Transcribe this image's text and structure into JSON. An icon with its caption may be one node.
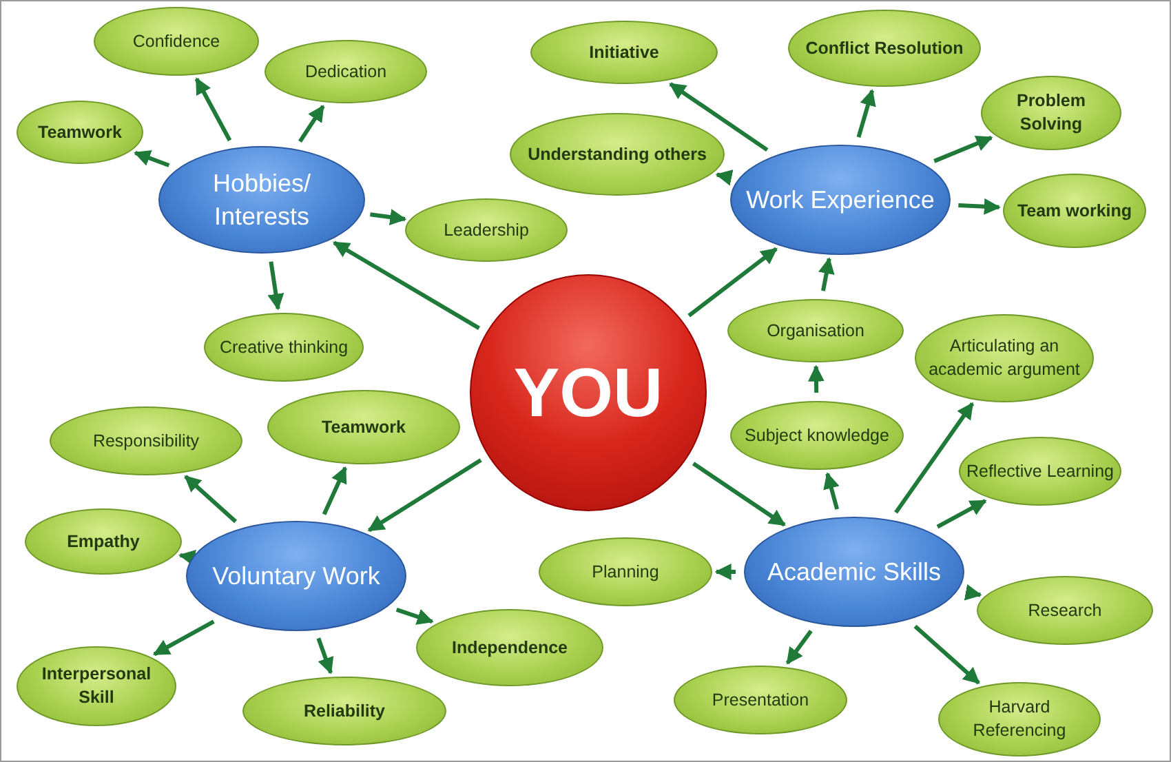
{
  "diagram": {
    "nodes": [
      {
        "text": [
          "YOU"
        ]
      },
      {
        "text": [
          "Hobbies/ Interests"
        ]
      },
      {
        "text": [
          "Work Experience"
        ]
      },
      {
        "text": [
          "Voluntary Work"
        ]
      },
      {
        "text": [
          "Academic Skills"
        ]
      },
      {
        "text": [
          "Confidence"
        ]
      },
      {
        "text": [
          "Dedication"
        ]
      },
      {
        "text": [
          "Teamwork"
        ]
      },
      {
        "text": [
          "Leadership"
        ]
      },
      {
        "text": [
          "Creative thinking"
        ]
      },
      {
        "text": [
          "Initiative"
        ]
      },
      {
        "text": [
          "Conflict Resolution"
        ]
      },
      {
        "text": [
          "Understanding others"
        ]
      },
      {
        "text": [
          "Problem Solving"
        ]
      },
      {
        "text": [
          "Team working"
        ]
      },
      {
        "text": [
          "Organisation"
        ]
      },
      {
        "text": [
          "Articulating an academic argument"
        ]
      },
      {
        "text": [
          "Subject knowledge"
        ]
      },
      {
        "text": [
          "Reflective Learning"
        ]
      },
      {
        "text": [
          "Responsibility"
        ]
      },
      {
        "text": [
          "Teamwork"
        ]
      },
      {
        "text": [
          "Empathy"
        ]
      },
      {
        "text": [
          "Planning"
        ]
      },
      {
        "text": [
          "Research"
        ]
      },
      {
        "text": [
          "Interpersonal Skill"
        ]
      },
      {
        "text": [
          "Reliability"
        ]
      },
      {
        "text": [
          "Independence"
        ]
      },
      {
        "text": [
          "Presentation"
        ]
      },
      {
        "text": [
          "Harvard Referencing"
        ]
      }
    ],
    "edges": [
      {
        "from": 0,
        "to": 1,
        "arrow": "to"
      },
      {
        "from": 0,
        "to": 2,
        "arrow": "to"
      },
      {
        "from": 0,
        "to": 3,
        "arrow": "to"
      },
      {
        "from": 0,
        "to": 4,
        "arrow": "to"
      },
      {
        "from": 1,
        "to": 5,
        "arrow": "to"
      },
      {
        "from": 1,
        "to": 6,
        "arrow": "to"
      },
      {
        "from": 1,
        "to": 7,
        "arrow": "to"
      },
      {
        "from": 1,
        "to": 8,
        "arrow": "to"
      },
      {
        "from": 1,
        "to": 9,
        "arrow": "to"
      },
      {
        "from": 2,
        "to": 10,
        "arrow": "to"
      },
      {
        "from": 2,
        "to": 11,
        "arrow": "to"
      },
      {
        "from": 2,
        "to": 12,
        "arrow": "to"
      },
      {
        "from": 2,
        "to": 13,
        "arrow": "to"
      },
      {
        "from": 2,
        "to": 14,
        "arrow": "to"
      },
      {
        "from": 15,
        "to": 2,
        "arrow": "to"
      },
      {
        "from": 17,
        "to": 15,
        "arrow": "to"
      },
      {
        "from": 4,
        "to": 17,
        "arrow": "to"
      },
      {
        "from": 4,
        "to": 16,
        "arrow": "to"
      },
      {
        "from": 4,
        "to": 18,
        "arrow": "to"
      },
      {
        "from": 4,
        "to": 23,
        "arrow": "to"
      },
      {
        "from": 4,
        "to": 28,
        "arrow": "to"
      },
      {
        "from": 4,
        "to": 27,
        "arrow": "to"
      },
      {
        "from": 4,
        "to": 22,
        "arrow": "to"
      },
      {
        "from": 3,
        "to": 19,
        "arrow": "to"
      },
      {
        "from": 3,
        "to": 20,
        "arrow": "to"
      },
      {
        "from": 3,
        "to": 21,
        "arrow": "to"
      },
      {
        "from": 3,
        "to": 24,
        "arrow": "to"
      },
      {
        "from": 3,
        "to": 25,
        "arrow": "to"
      },
      {
        "from": 3,
        "to": 26,
        "arrow": "to"
      }
    ]
  }
}
